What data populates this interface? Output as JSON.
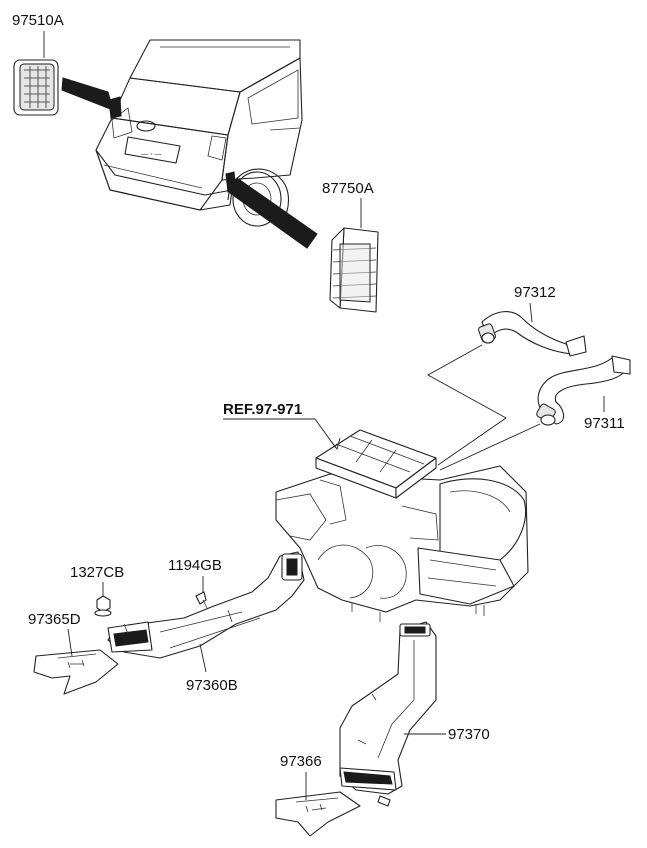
{
  "labels": {
    "p97510A": "97510A",
    "p87750A": "87750A",
    "p97312": "97312",
    "p97311": "97311",
    "ref": "REF.97-971",
    "p1327CB": "1327CB",
    "p1194GB": "1194GB",
    "p97365D": "97365D",
    "p97360B": "97360B",
    "p97370": "97370",
    "p97366": "97366"
  },
  "icons": {
    "car": "car-rear-quarter-icon",
    "vent_grille_rear": "vent-grille-icon",
    "vent_grille_side": "louvered-vent-icon",
    "hose": "heater-hose-icon",
    "heater_unit": "heater-unit-icon",
    "duct": "air-duct-icon",
    "nut": "flange-nut-icon",
    "screw": "screw-icon"
  },
  "colors": {
    "ink": "#222222",
    "background": "#ffffff"
  }
}
